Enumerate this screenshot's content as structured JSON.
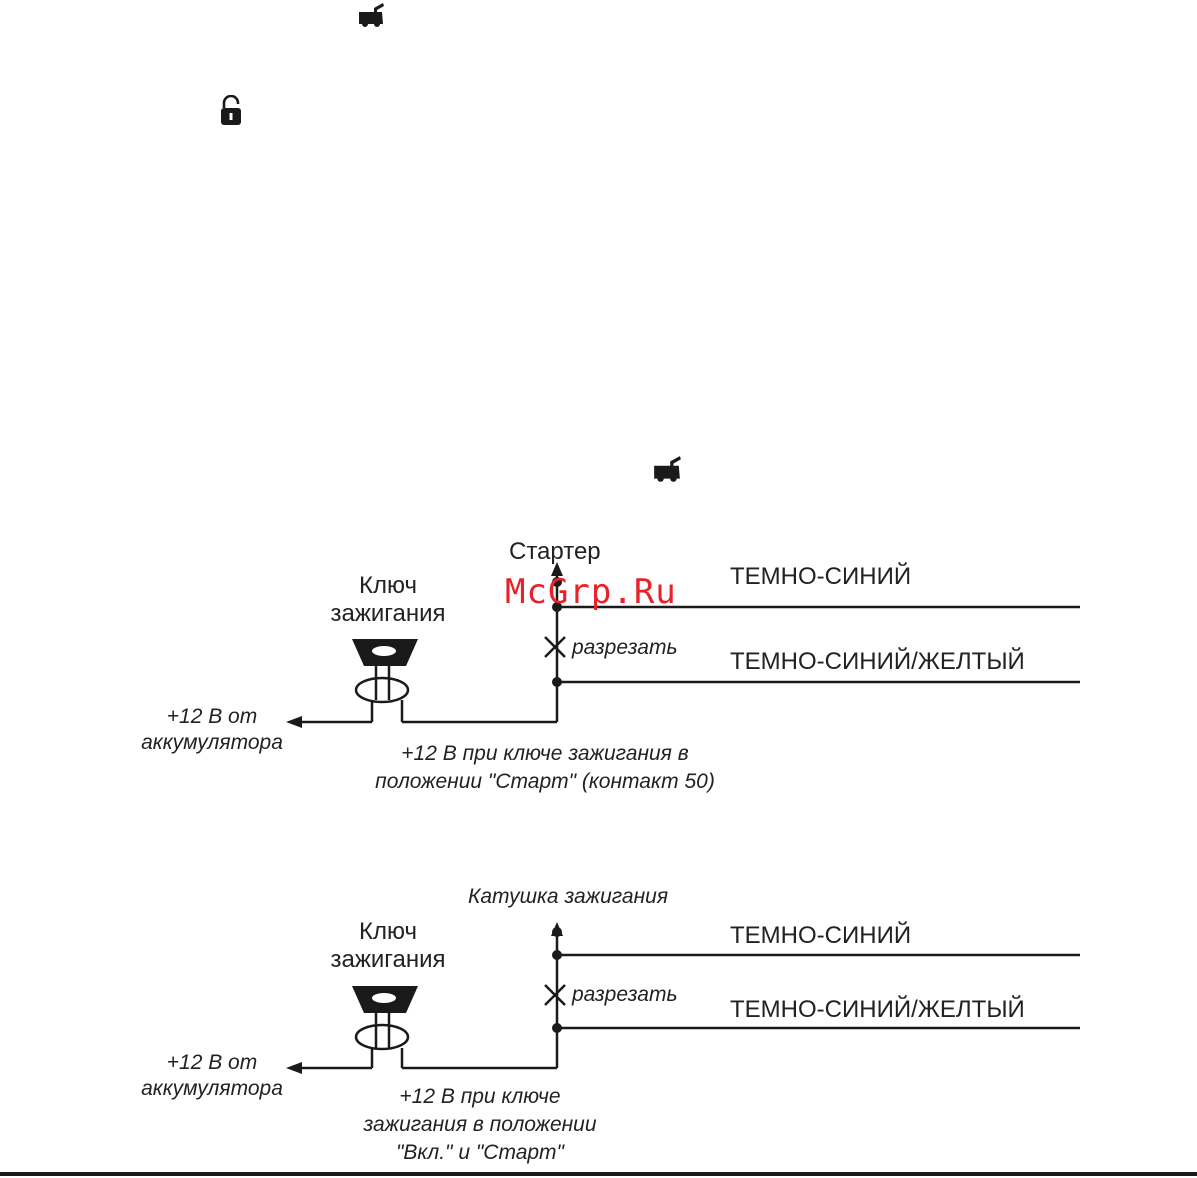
{
  "icons": {
    "trunk_top": "car-trunk-icon",
    "lock": "unlock-icon",
    "trunk_mid": "car-trunk-icon"
  },
  "watermark": "McGrp.Ru",
  "diagram1": {
    "starter_label": "Стартер",
    "key_label_line1": "Ключ",
    "key_label_line2": "зажигания",
    "wire1": "ТЕМНО-СИНИЙ",
    "wire2": "ТЕМНО-СИНИЙ/ЖЕЛТЫЙ",
    "cut": "разрезать",
    "battery_line1": "+12 В от",
    "battery_line2": "аккумулятора",
    "note_line1": "+12 В при ключе зажигания в",
    "note_line2": "положении \"Старт\" (контакт 50)"
  },
  "diagram2": {
    "coil_label": "Катушка зажигания",
    "key_label_line1": "Ключ",
    "key_label_line2": "зажигания",
    "wire1": "ТЕМНО-СИНИЙ",
    "wire2": "ТЕМНО-СИНИЙ/ЖЕЛТЫЙ",
    "cut": "разрезать",
    "battery_line1": "+12 В от",
    "battery_line2": "аккумулятора",
    "note_line1": "+12 В при ключе",
    "note_line2": "зажигания в положении",
    "note_line3": "\"Вкл.\" и \"Старт\""
  },
  "colors": {
    "line": "#1a1a1a",
    "watermark": "#e8222a"
  }
}
